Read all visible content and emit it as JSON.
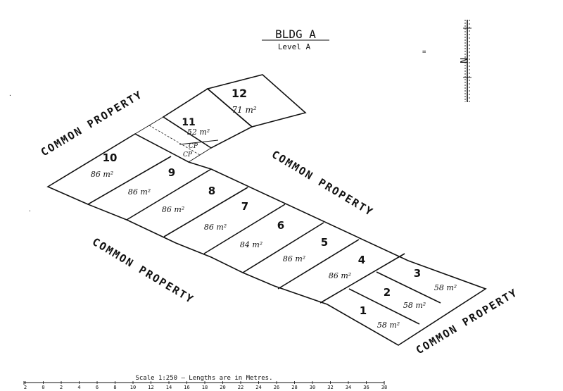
{
  "title": "BLDG A",
  "subtitle": "Level A",
  "north_label": "N",
  "common_property": [
    "COMMON PROPERTY",
    "COMMON PROPERTY",
    "COMMON PROPERTY",
    "COMMON PROPERTY"
  ],
  "lots": [
    {
      "number": "12",
      "area": "71 m²"
    },
    {
      "number": "11",
      "area": "52 m²"
    },
    {
      "number": "10",
      "area": "86 m²"
    },
    {
      "number": "9",
      "area": "86 m²"
    },
    {
      "number": "8",
      "area": "86 m²"
    },
    {
      "number": "7",
      "area": "86 m²"
    },
    {
      "number": "6",
      "area": "84 m²"
    },
    {
      "number": "5",
      "area": "86 m²"
    },
    {
      "number": "4",
      "area": "86 m²"
    },
    {
      "number": "3",
      "area": "58 m²"
    },
    {
      "number": "2",
      "area": "58 m²"
    },
    {
      "number": "1",
      "area": "58 m²"
    }
  ],
  "small_labels": [
    "CP",
    "CP"
  ],
  "scale": {
    "caption": "Scale 1:250 — Lengths are in Metres.",
    "ticks": [
      "2",
      "0",
      "2",
      "4",
      "6",
      "8",
      "10",
      "12",
      "14",
      "16",
      "18",
      "20",
      "22",
      "24",
      "26",
      "28",
      "30",
      "32",
      "34",
      "36",
      "38"
    ]
  }
}
